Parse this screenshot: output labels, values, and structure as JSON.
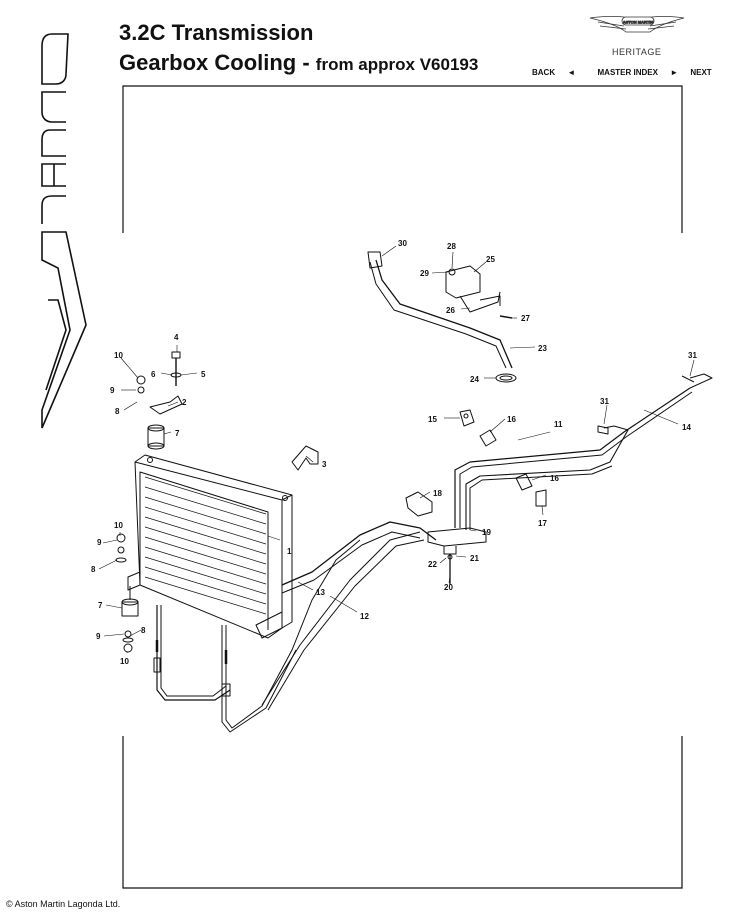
{
  "header": {
    "title_line1": "3.2C Transmission",
    "title_line2_main": "Gearbox Cooling - ",
    "title_line2_sub": "from approx V60193",
    "brand_sub": "HERITAGE",
    "logo_text": "ASTON MARTIN"
  },
  "side_logo_text": "Virage",
  "nav": {
    "back": "BACK",
    "master_index": "MASTER INDEX",
    "next": "NEXT",
    "back_arrow": "◄",
    "next_arrow": "►"
  },
  "footer": {
    "copyright": "© Aston Martin Lagonda Ltd."
  },
  "callouts": [
    "1",
    "2",
    "3",
    "4",
    "5",
    "6",
    "7",
    "8",
    "9",
    "10",
    "11",
    "12",
    "13",
    "14",
    "15",
    "16",
    "17",
    "18",
    "19",
    "20",
    "21",
    "22",
    "23",
    "24",
    "25",
    "26",
    "27",
    "28",
    "29",
    "30",
    "31"
  ]
}
